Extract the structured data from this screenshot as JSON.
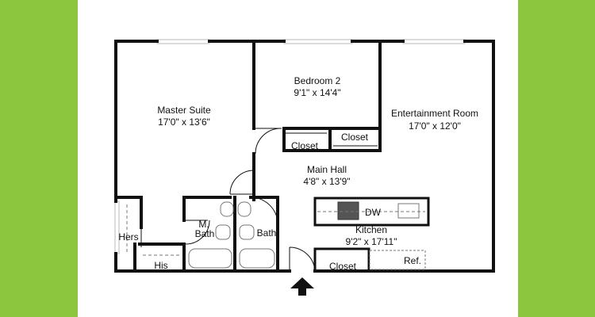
{
  "colors": {
    "side_panel": "#8cc63f",
    "wall": "#111111",
    "window": "#b8b8b8",
    "fixture": "#777777"
  },
  "rooms": {
    "master_suite": {
      "name": "Master Suite",
      "size": "17'0\" x 13'6\""
    },
    "bedroom2": {
      "name": "Bedroom 2",
      "size": "9'1\" x 14'4\""
    },
    "entertainment": {
      "name": "Entertainment Room",
      "size": "17'0\" x 12'0\""
    },
    "main_hall": {
      "name": "Main Hall",
      "size": "4'8\" x 13'9\""
    },
    "kitchen": {
      "name": "Kitchen",
      "size": "9'2\" x 17'11\""
    }
  },
  "labels": {
    "closet_bed_left": "Closet",
    "closet_bed_right": "Closet",
    "hers": "Hers",
    "his": "His",
    "m_bath_line1": "M.",
    "m_bath_line2": "Bath",
    "bath": "Bath",
    "dw": "DW",
    "ref": "Ref.",
    "kitchen_closet": "Closet"
  },
  "icons": {
    "entry": "entry-arrow-icon"
  }
}
